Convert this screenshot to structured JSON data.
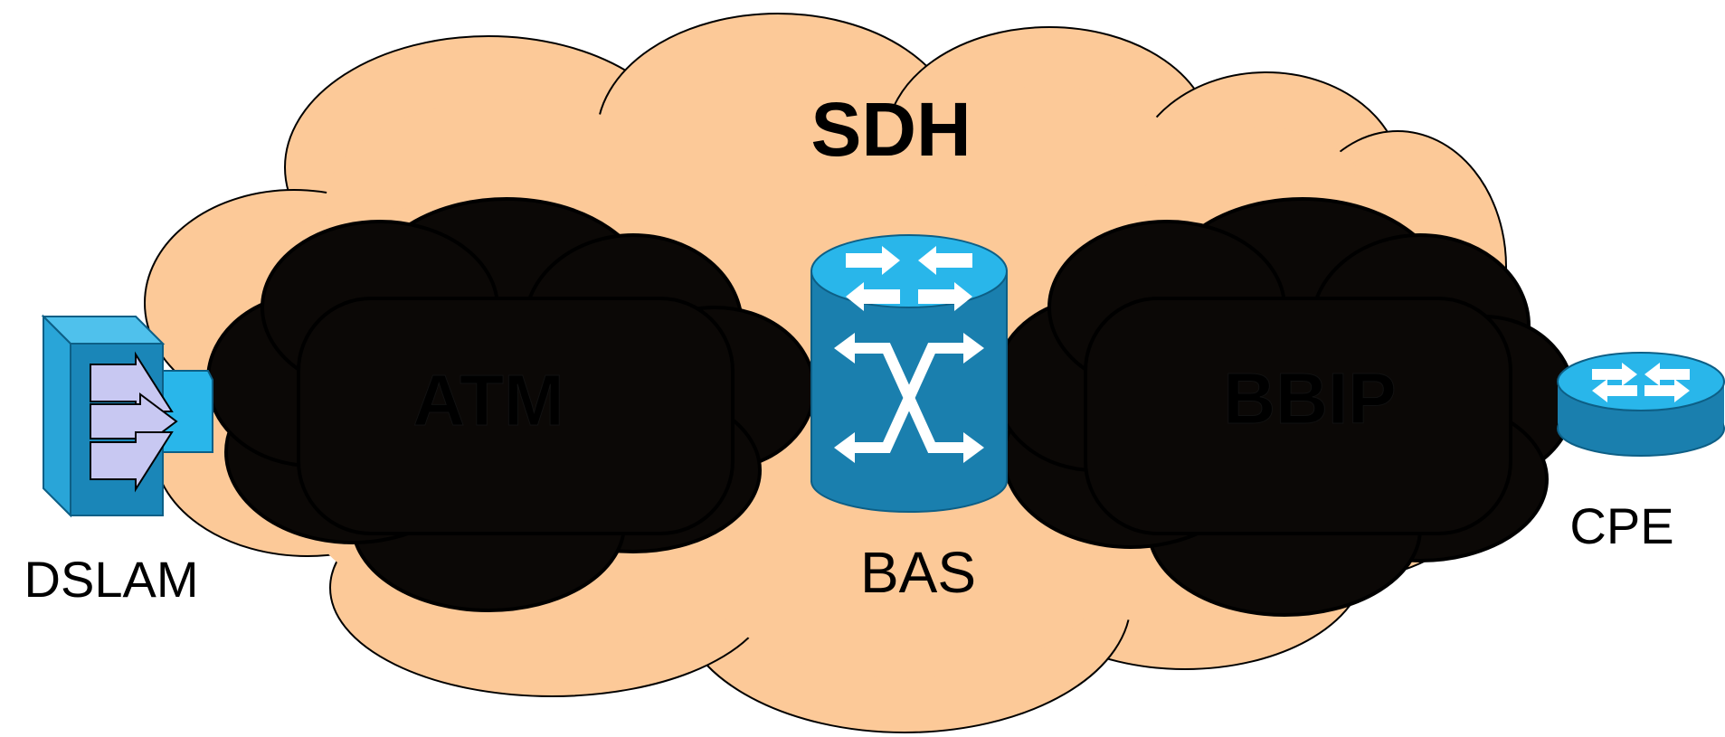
{
  "diagram": {
    "labels": {
      "sdh": "SDH",
      "atm": "ATM",
      "bbip": "BBIP",
      "dslam": "DSLAM",
      "bas": "BAS",
      "cpe": "CPE"
    },
    "colors": {
      "background": "#ffffff",
      "sdh_cloud": "#fcc998",
      "inner_cloud": "#0b0806",
      "device_blue": "#1a86b8",
      "device_top": "#29b6ea",
      "arrow_fill": "#ffffff",
      "dslam_arrows": "#c8c8f2"
    },
    "icons": {
      "dslam": "dslam-icon",
      "bas": "bas-router-switch-icon",
      "cpe": "cpe-router-icon"
    }
  }
}
